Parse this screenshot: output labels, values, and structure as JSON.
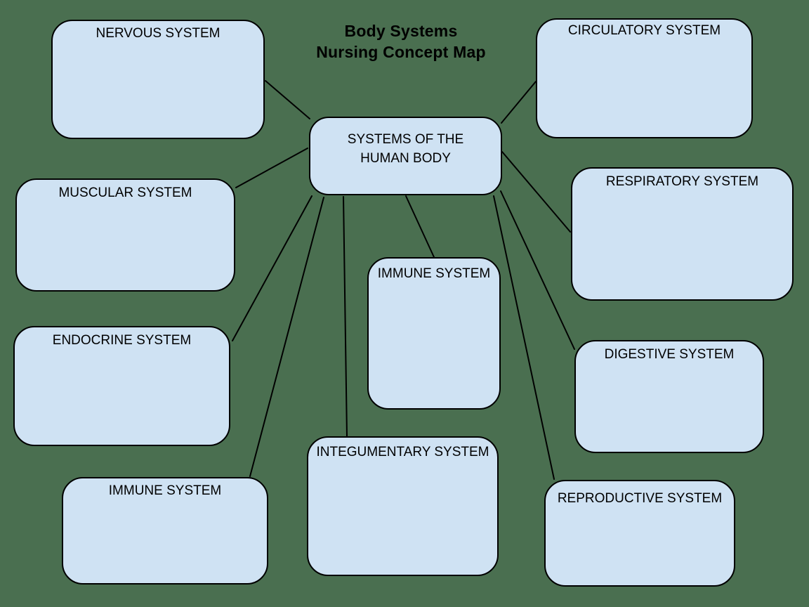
{
  "title": {
    "line1": "Body Systems",
    "line2": "Nursing Concept Map"
  },
  "colors": {
    "background": "#4a6f50",
    "node_fill": "#cfe2f3",
    "node_border": "#000000",
    "connector": "#000000",
    "text": "#000000",
    "title_text": "#000000"
  },
  "diagram": {
    "central": {
      "id": "systems-of-the-human-body",
      "line1": "SYSTEMS OF THE",
      "line2": "HUMAN BODY"
    },
    "nodes": [
      {
        "id": "nervous-system",
        "label": "NERVOUS SYSTEM"
      },
      {
        "id": "circulatory-system",
        "label": "CIRCULATORY SYSTEM"
      },
      {
        "id": "muscular-system",
        "label": "MUSCULAR SYSTEM"
      },
      {
        "id": "respiratory-system",
        "label": "RESPIRATORY SYSTEM"
      },
      {
        "id": "endocrine-system",
        "label": "ENDOCRINE SYSTEM"
      },
      {
        "id": "immune-system-center",
        "label": "IMMUNE SYSTEM"
      },
      {
        "id": "digestive-system",
        "label": "DIGESTIVE SYSTEM"
      },
      {
        "id": "immune-system-lower-left",
        "label": "IMMUNE SYSTEM"
      },
      {
        "id": "integumentary-system",
        "label": "INTEGUMENTARY SYSTEM"
      },
      {
        "id": "reproductive-system",
        "label": "REPRODUCTIVE SYSTEM"
      }
    ],
    "edges": [
      {
        "from": "systems-of-the-human-body",
        "to": "nervous-system"
      },
      {
        "from": "systems-of-the-human-body",
        "to": "circulatory-system"
      },
      {
        "from": "systems-of-the-human-body",
        "to": "muscular-system"
      },
      {
        "from": "systems-of-the-human-body",
        "to": "respiratory-system"
      },
      {
        "from": "systems-of-the-human-body",
        "to": "endocrine-system"
      },
      {
        "from": "systems-of-the-human-body",
        "to": "immune-system-center"
      },
      {
        "from": "systems-of-the-human-body",
        "to": "digestive-system"
      },
      {
        "from": "systems-of-the-human-body",
        "to": "immune-system-lower-left"
      },
      {
        "from": "systems-of-the-human-body",
        "to": "integumentary-system"
      },
      {
        "from": "systems-of-the-human-body",
        "to": "reproductive-system"
      }
    ]
  }
}
